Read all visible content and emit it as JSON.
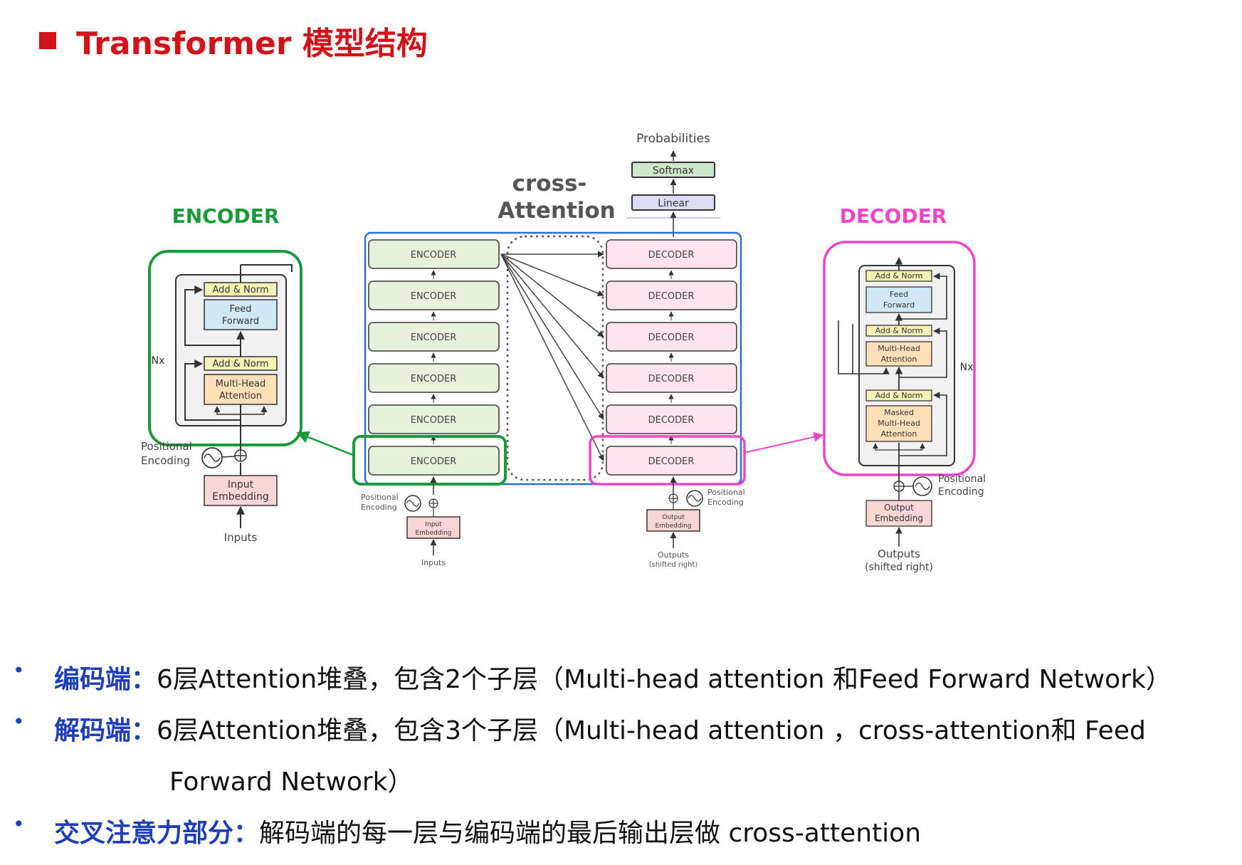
{
  "title": "Transformer 模型结构",
  "diagram": {
    "encoder_label": "ENCODER",
    "decoder_label": "DECODER",
    "cross_attention_label_line1": "cross-",
    "cross_attention_label_line2": "Attention",
    "probabilities": "Probabilities",
    "softmax": "Softmax",
    "linear": "Linear",
    "stack_encoder": "ENCODER",
    "stack_decoder": "DECODER",
    "enc_detail": {
      "add_norm": "Add & Norm",
      "feed_forward_1": "Feed",
      "feed_forward_2": "Forward",
      "multi_head_1": "Multi-Head",
      "multi_head_2": "Attention",
      "nx": "Nx",
      "positional_1": "Positional",
      "positional_2": "Encoding",
      "input_embedding_1": "Input",
      "input_embedding_2": "Embedding",
      "inputs": "Inputs"
    },
    "dec_detail": {
      "add_norm": "Add & Norm",
      "feed_forward_1": "Feed",
      "feed_forward_2": "Forward",
      "multi_head_1": "Multi-Head",
      "multi_head_2": "Attention",
      "masked_1": "Masked",
      "masked_2": "Multi-Head",
      "masked_3": "Attention",
      "nx": "Nx",
      "positional_1": "Positional",
      "positional_2": "Encoding",
      "output_embedding_1": "Output",
      "output_embedding_2": "Embedding",
      "outputs_1": "Outputs",
      "outputs_2": "(shifted right)"
    },
    "stack_bottom": {
      "positional_1": "Positional",
      "positional_2": "Encoding",
      "input_embedding_1": "Input",
      "input_embedding_2": "Embedding",
      "inputs": "Inputs",
      "output_embedding_1": "Output",
      "output_embedding_2": "Embedding",
      "outputs_1": "Outputs",
      "outputs_2": "(shifted right)"
    },
    "colors": {
      "encoder_green": "#1a9a3a",
      "decoder_pink": "#ee44c8",
      "stack_blue": "#2a6fe0",
      "encoder_fill": "#e5f2dc",
      "decoder_fill": "#fde4ee",
      "feed_forward_fill": "#cfe8f6",
      "attention_fill": "#fde0b8",
      "add_norm_fill": "#f3f3b5",
      "embedding_fill": "#f9d6d6",
      "softmax_fill": "#cfe8cd",
      "linear_fill": "#dcdcf2"
    }
  },
  "bullets": [
    {
      "head": "编码端：",
      "body": "6层Attention堆叠，包含2个子层（Multi-head attention 和Feed Forward Network）"
    },
    {
      "head": "解码端：",
      "body": "6层Attention堆叠，包含3个子层（Multi-head attention ，cross-attention和 Feed",
      "body2": "Forward Network）"
    },
    {
      "head": "交叉注意力部分：",
      "body": "解码端的每一层与编码端的最后输出层做 cross-attention"
    }
  ]
}
